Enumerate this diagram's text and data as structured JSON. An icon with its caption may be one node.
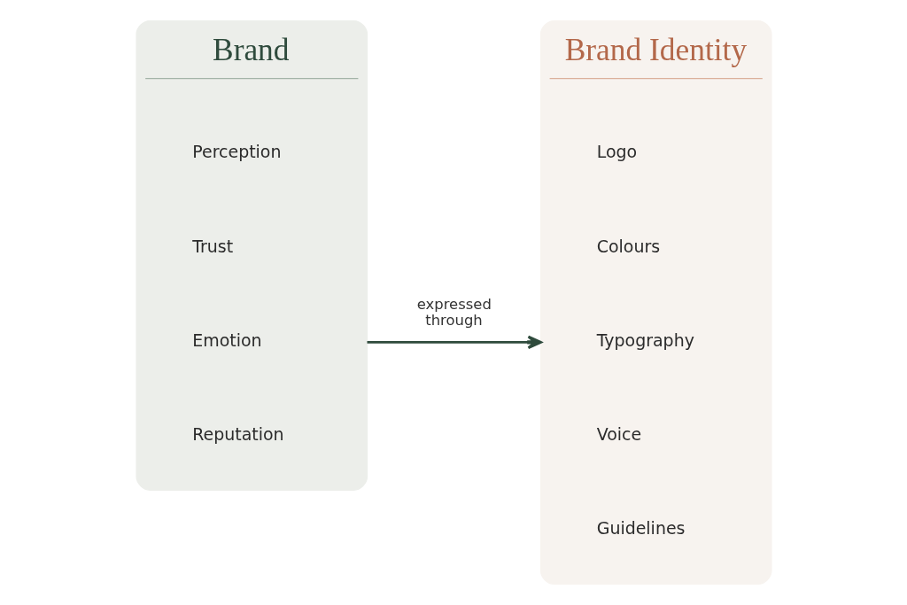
{
  "diagram": {
    "nodes": [
      {
        "text": [
          "Brand"
        ]
      },
      {
        "text": [
          "Perception"
        ],
        "in": 0
      },
      {
        "text": [
          "Trust"
        ],
        "in": 0
      },
      {
        "text": [
          "Emotion"
        ],
        "in": 0
      },
      {
        "text": [
          "Reputation"
        ],
        "in": 0
      },
      {
        "text": [
          "Brand Identity"
        ]
      },
      {
        "text": [
          "Logo"
        ],
        "in": 5
      },
      {
        "text": [
          "Colours"
        ],
        "in": 5
      },
      {
        "text": [
          "Typography"
        ],
        "in": 5
      },
      {
        "text": [
          "Voice"
        ],
        "in": 5
      },
      {
        "text": [
          "Guidelines"
        ],
        "in": 5
      }
    ],
    "edges": [
      {
        "from": 0,
        "to": 5,
        "arrow": "to",
        "label": "expressed through"
      }
    ]
  }
}
